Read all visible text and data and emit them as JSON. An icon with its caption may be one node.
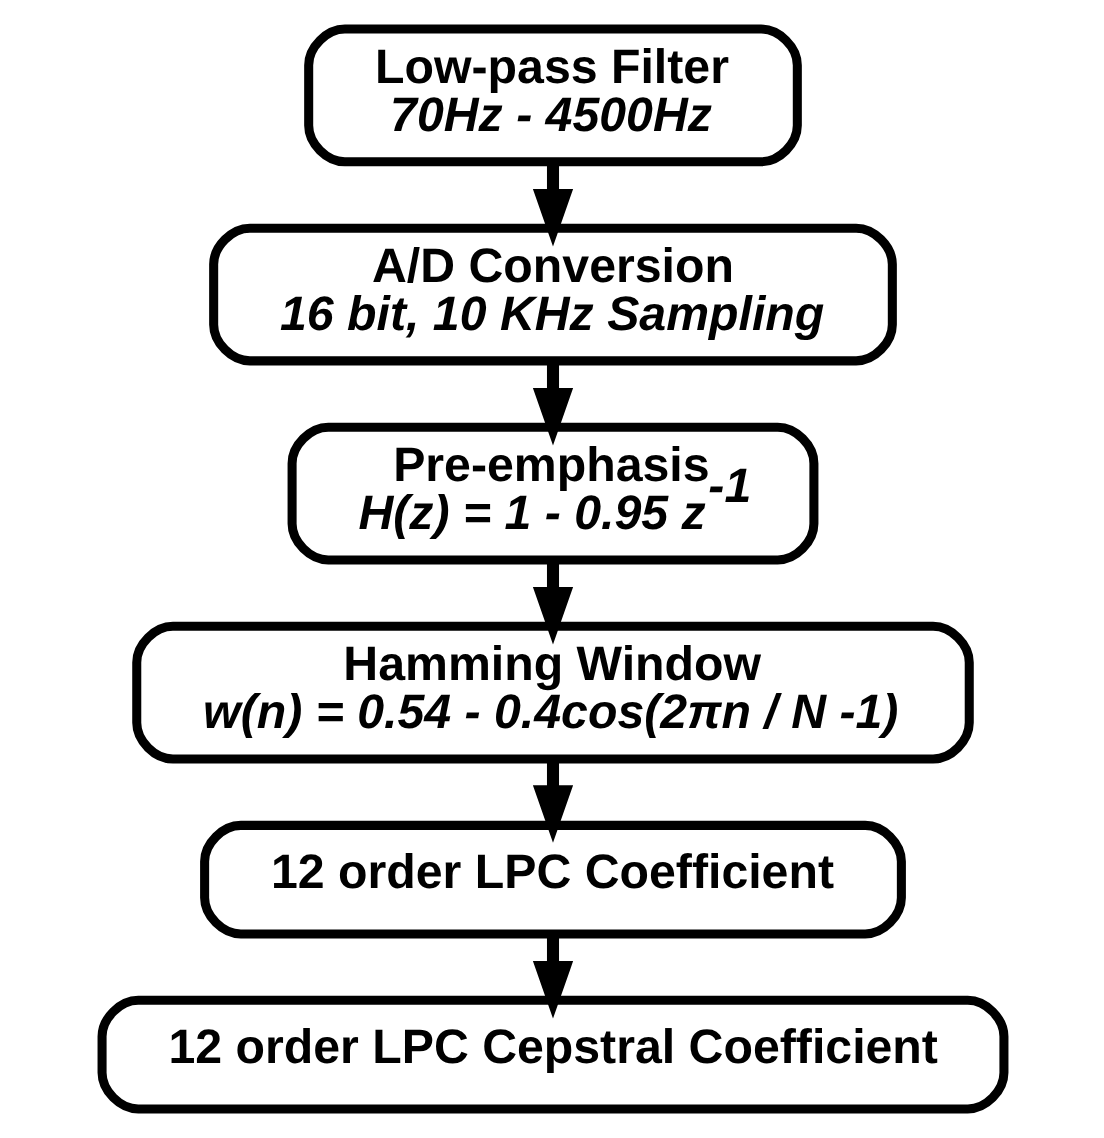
{
  "diagram": {
    "nodes": [
      {
        "text": [
          "Low-pass Filter",
          "70Hz - 4500Hz"
        ]
      },
      {
        "text": [
          "A/D Conversion",
          "16 bit, 10 KHz Sampling"
        ]
      },
      {
        "text": [
          "Pre-emphasis",
          "H(z) = 1 - 0.95 z$^{-1}$"
        ]
      },
      {
        "text": [
          "Hamming Window",
          "w(n) = 0.54 - 0.4cos(2πn / N -1)"
        ]
      },
      {
        "text": [
          "12 order LPC Coefficient"
        ]
      },
      {
        "text": [
          "12 order LPC Cepstral Coefficient"
        ]
      }
    ],
    "edges": [
      {
        "from": 0,
        "to": 1,
        "arrow": "to"
      },
      {
        "from": 1,
        "to": 2,
        "arrow": "to"
      },
      {
        "from": 2,
        "to": 3,
        "arrow": "to"
      },
      {
        "from": 3,
        "to": 4,
        "arrow": "to"
      },
      {
        "from": 4,
        "to": 5,
        "arrow": "to"
      }
    ]
  }
}
